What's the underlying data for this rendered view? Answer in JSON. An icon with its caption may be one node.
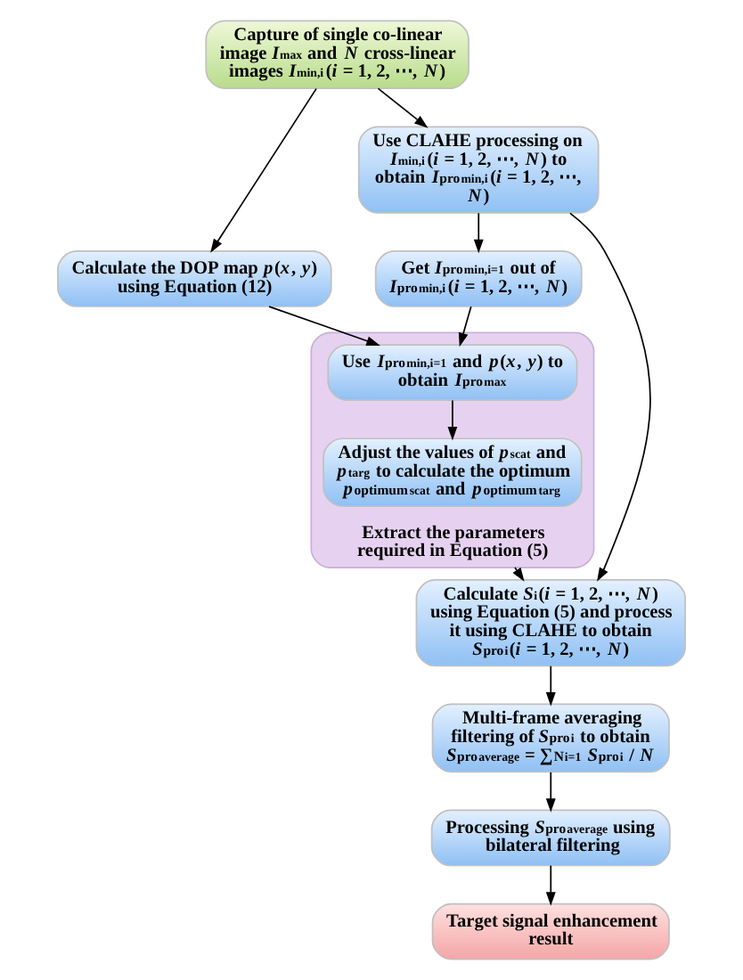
{
  "diagram": {
    "nodes": [
      {
        "text": [
          "Capture of single co-linear image *I*$_{max}$ and *N* cross-linear images *I*$_{min,i}$(*i* = 1, 2, ⋯, *N*)"
        ]
      },
      {
        "text": [
          "Calculate the DOP map *p*(*x*, *y*) using Equation (12)"
        ]
      },
      {
        "text": [
          "Use CLAHE processing on *I*$_{min,i}$(*i* = 1, 2, ⋯, *N*) to obtain *I*$^{pro}$$_{min,i}$(*i* = 1, 2, ⋯, *N*)"
        ]
      },
      {
        "text": [
          "Get *I*$^{pro}$$_{min,i=1}$ out of *I*$^{pro}$$_{min,i}$(*i* = 1, 2, ⋯, *N*)"
        ]
      },
      {
        "text": [
          "Extract the parameters required in Equation (5)"
        ]
      },
      {
        "text": [
          "Use *I*$^{pro}$$_{min,i=1}$ and *p*(*x*, *y*) to obtain *I*$^{pro}$$_{max}$"
        ],
        "in": 4
      },
      {
        "text": [
          "Adjust the values of *p*$_{scat}$ and *p*$_{targ}$ to calculate the optimum *p*$^{optimum}$$_{scat}$ and *p*$^{optimum}$$_{targ}$"
        ],
        "in": 4
      },
      {
        "text": [
          "Calculate *S*$_{i}$(*i* = 1, 2, ⋯, *N*) using Equation (5) and process it using CLAHE to obtain *S*$^{pro}$$_{i}$(*i* = 1, 2, ⋯, *N*)"
        ]
      },
      {
        "text": [
          "Multi-frame averaging filtering of *S*$^{pro}$$_{i}$ to obtain *S*$^{pro}$$_{average}$ = ∑$^{N}$$_{i=1}$ *S*$^{pro}$$_{i}$ / *N*"
        ]
      },
      {
        "text": [
          "Processing *S*$^{pro}$$_{average}$ using bilateral filtering"
        ]
      },
      {
        "text": [
          "Target signal enhancement result"
        ]
      }
    ],
    "edges": [
      {
        "from": 0,
        "to": 2,
        "arrow": "to"
      },
      {
        "from": 0,
        "to": 1,
        "arrow": "to"
      },
      {
        "from": 2,
        "to": 3,
        "arrow": "to"
      },
      {
        "from": 1,
        "to": 5,
        "arrow": "to"
      },
      {
        "from": 3,
        "to": 5,
        "arrow": "to"
      },
      {
        "from": 5,
        "to": 6,
        "arrow": "to"
      },
      {
        "from": 4,
        "to": 7,
        "arrow": "to"
      },
      {
        "from": 2,
        "to": 7,
        "arrow": "to"
      },
      {
        "from": 7,
        "to": 8,
        "arrow": "to"
      },
      {
        "from": 8,
        "to": 9,
        "arrow": "to"
      },
      {
        "from": 9,
        "to": 10,
        "arrow": "to"
      }
    ]
  }
}
